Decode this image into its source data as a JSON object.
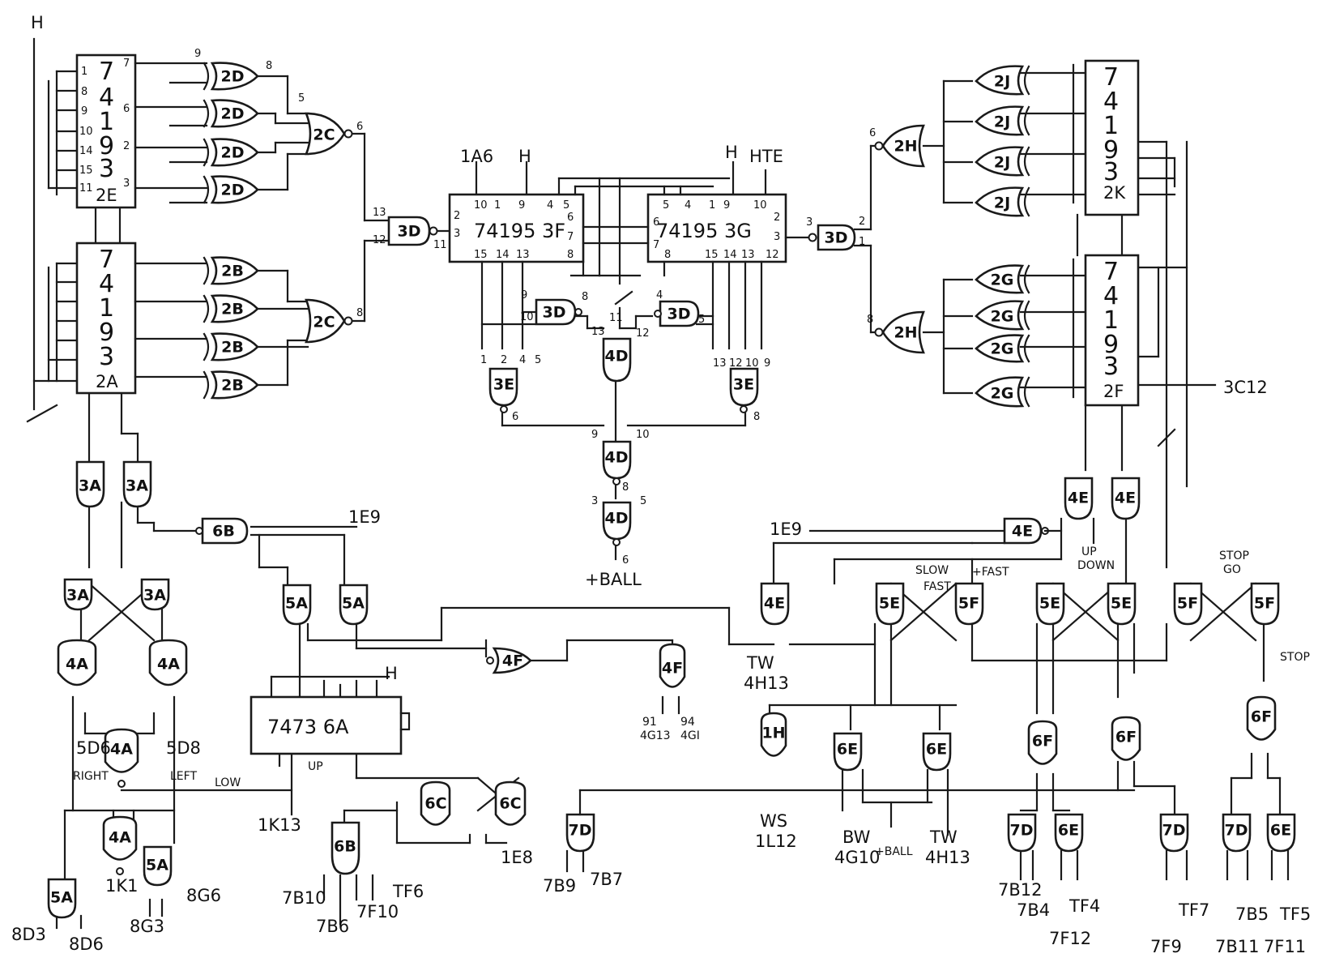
{
  "top_left_label": "H",
  "chips": {
    "c2E": {
      "digits": [
        "7",
        "4",
        "1",
        "9",
        "3"
      ],
      "ref": "2E"
    },
    "c2A": {
      "digits": [
        "7",
        "4",
        "1",
        "9",
        "3"
      ],
      "ref": "2A"
    },
    "c2K": {
      "digits": [
        "7",
        "4",
        "1",
        "9",
        "3"
      ],
      "ref": "2K"
    },
    "c2F": {
      "digits": [
        "7",
        "4",
        "1",
        "9",
        "3"
      ],
      "ref": "2F"
    },
    "c3F": {
      "label": "74195 3F"
    },
    "c3G": {
      "label": "74195 3G"
    },
    "c6A": {
      "label": "7473 6A"
    }
  },
  "gates": {
    "g2D": "2D",
    "g2B": "2B",
    "g2C": "2C",
    "g3D": "3D",
    "g2J": "2J",
    "g2G": "2G",
    "g2H": "2H",
    "g3E": "3E",
    "g4D": "4D",
    "g3A": "3A",
    "g6B": "6B",
    "g4A": "4A",
    "g5A": "5A",
    "g4F": "4F",
    "g6C": "6C",
    "g7D": "7D",
    "g4E": "4E",
    "g5E": "5E",
    "g5F": "5F",
    "g1H": "1H",
    "g6E": "6E",
    "g6F": "6F"
  },
  "labels": {
    "ia6": "1A6",
    "h1": "H",
    "h2": "H",
    "hte": "HTE",
    "ball": "+BALL",
    "ie9a": "1E9",
    "ie9b": "1E9",
    "c3c12": "3C12",
    "slow": "SLOW",
    "fast": "FAST",
    "plusfast": "+FAST",
    "up": "UP",
    "down": "DOWN",
    "stop": "STOP",
    "go": "GO",
    "stop2": "STOP",
    "tw1": "TW",
    "w4h13a": "4H13",
    "ws": "WS",
    "w1l12": "1L12",
    "bw": "BW",
    "w4g10": "4G10",
    "pball": "+BALL",
    "tw2": "TW",
    "w4h13b": "4H13",
    "d91": "91",
    "d4g13": "4G13",
    "d94": "94",
    "d4gi": "4GI",
    "h6a": "H",
    "up6a": "UP",
    "low": "LOW",
    "ik13": "1K13",
    "sd6": "5D6",
    "right": "RIGHT",
    "sd8": "5D8",
    "left": "LEFT",
    "ik1": "1K1",
    "d8d3": "8D3",
    "d8d6": "8D6",
    "d8g3": "8G3",
    "d8g6": "8G6",
    "d7b10": "7B10",
    "d7b6": "7B6",
    "d7f10": "7F10",
    "tf6": "TF6",
    "ie8": "1E8",
    "d7b9": "7B9",
    "d7b7": "7B7",
    "d7b12": "7B12",
    "d7b4": "7B4",
    "tf4": "TF4",
    "d7f12": "7F12",
    "d7f9": "7F9",
    "tf7": "TF7",
    "d7b11": "7B11",
    "d7b5": "7B5",
    "tf5": "TF5",
    "d7f11": "7F11"
  },
  "pins": {
    "p1": "1",
    "p2": "2",
    "p3": "3",
    "p4": "4",
    "p5": "5",
    "p6": "6",
    "p7": "7",
    "p8": "8",
    "p9": "9",
    "p10": "10",
    "p11": "11",
    "p12": "12",
    "p13": "13",
    "p14": "14",
    "p15": "15"
  }
}
